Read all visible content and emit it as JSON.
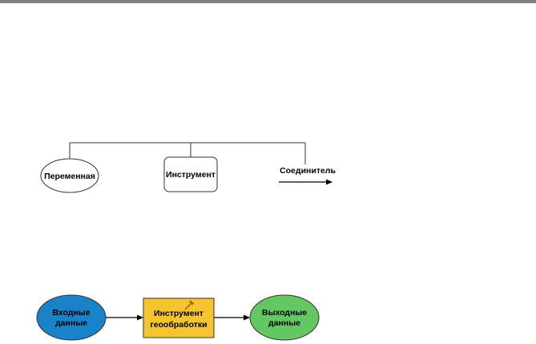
{
  "legend": {
    "variable_label": "Переменная",
    "tool_label": "Инструмент",
    "connector_label": "Соединитель"
  },
  "workflow": {
    "input": {
      "line1": "Входные",
      "line2": "данные"
    },
    "tool": {
      "line1": "Инструмент",
      "line2": "геообработки"
    },
    "output": {
      "line1": "Выходные",
      "line2": "данные"
    }
  },
  "colors": {
    "input_fill": "#1a82c9",
    "tool_fill": "#f5c52f",
    "output_fill": "#63c863",
    "hammer": "#c05a1a"
  }
}
